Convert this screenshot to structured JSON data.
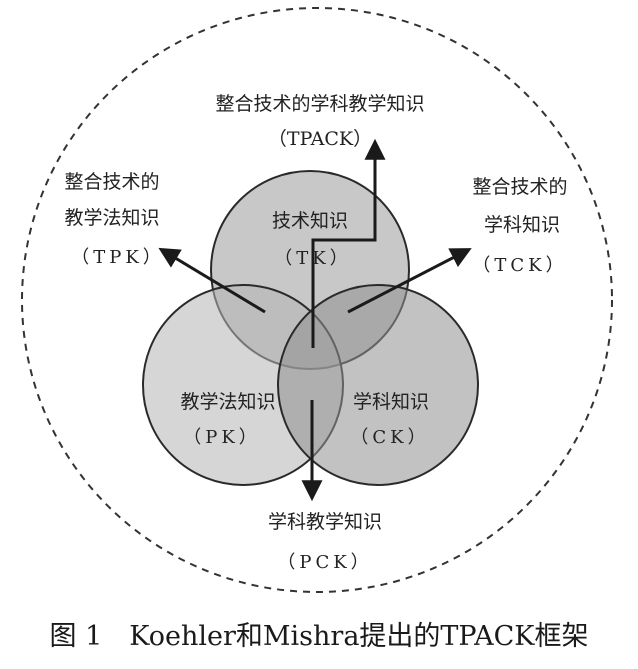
{
  "diagram": {
    "colors": {
      "outer_dashed": "#333333",
      "circle_fill": "#a9a9a9",
      "circle_fill_tk": "#9a9a9a",
      "circle_fill_ck": "#8f8f8f",
      "stroke": "#2a2a2a",
      "arrow": "#1a1a1a",
      "background": "#ffffff"
    },
    "tpack": {
      "name": "整合技术的学科教学知识",
      "abbr": "（TPACK）"
    },
    "tpk": {
      "name_line1": "整合技术的",
      "name_line2": "教学法知识",
      "abbr": "（TPK）"
    },
    "tck": {
      "name_line1": "整合技术的",
      "name_line2": "学科知识",
      "abbr": "（TCK）"
    },
    "tk": {
      "name": "技术知识",
      "abbr": "（TK）"
    },
    "pk": {
      "name": "教学法知识",
      "abbr": "（PK）"
    },
    "ck": {
      "name": "学科知识",
      "abbr": "（CK）"
    },
    "pck": {
      "name": "学科教学知识",
      "abbr": "（PCK）"
    }
  },
  "caption": "图 1　Koehler和Mishra提出的TPACK框架"
}
